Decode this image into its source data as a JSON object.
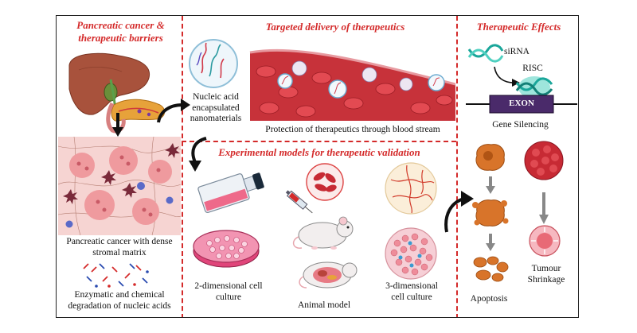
{
  "panels": {
    "barriers": {
      "title": "Pancreatic cancer & therapeutic barriers",
      "stroma_label": "Pancreatic cancer with dense stromal matrix",
      "degradation_label": "Enzymatic and chemical degradation of nucleic acids"
    },
    "delivery": {
      "title": "Targeted delivery of therapeutics",
      "nanomaterial_label": "Nucleic acid encapsulated nanomaterials",
      "bloodstream_label": "Protection of therapeutics through blood stream"
    },
    "effects": {
      "title": "Therapeutic Effects",
      "sirna_label": "siRNA",
      "risc_label": "RISC",
      "exon_label": "EXON",
      "silencing_label": "Gene Silencing",
      "apoptosis_label": "Apoptosis",
      "shrinkage_label": "Tumour Shrinkage"
    },
    "models": {
      "title": "Experimental models for therapeutic validation",
      "culture2d_label": "2-dimensional cell culture",
      "animal_label": "Animal model",
      "culture3d_label": "3-dimensional cell culture"
    }
  },
  "colors": {
    "accent": "#d42a2a",
    "blood": "#c7323a",
    "tissue": "#f2b6b6",
    "liver": "#a8523c",
    "pancreas": "#e7a23a",
    "exon": "#4a2a6a",
    "sirna": "#1aa69a",
    "tumor": "#d8742a"
  }
}
